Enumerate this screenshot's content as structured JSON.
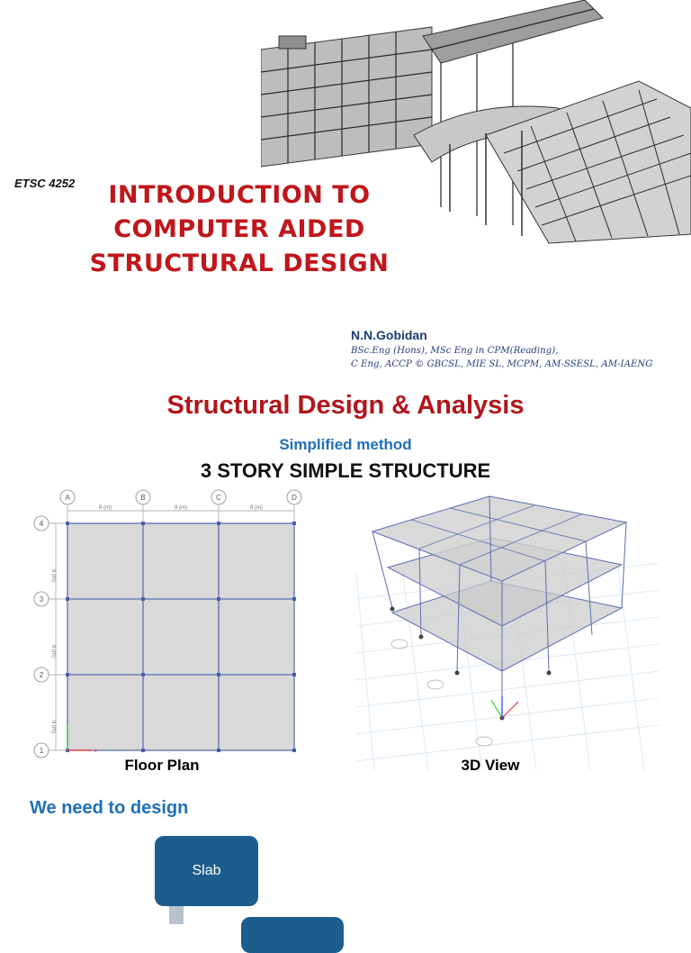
{
  "header": {
    "course_code": "ETSC 4252",
    "title_lines": [
      "INTRODUCTION TO",
      "COMPUTER AIDED",
      "STRUCTURAL DESIGN"
    ]
  },
  "author": {
    "name": "N.N.Gobidan",
    "line_1": "BSc.Eng (Hons), MSc Eng in CPM(Reading),",
    "line_2": "C Eng, ACCP © GBCSL, MIE SL, MCPM, AM-SSESL, AM-IAENG"
  },
  "section": {
    "title": "Structural Design & Analysis",
    "subtitle": "Simplified method",
    "structure_title": "3 STORY SIMPLE STRUCTURE"
  },
  "floor_plan": {
    "caption": "Floor Plan",
    "column_labels": [
      "A",
      "B",
      "C",
      "D"
    ],
    "row_labels": [
      "4",
      "3",
      "2",
      "1"
    ],
    "bay_dimension": "8 (m)"
  },
  "view_3d": {
    "caption": "3D View"
  },
  "design": {
    "heading": "We need to design",
    "items": [
      "Slab"
    ]
  },
  "colors": {
    "title_red": "#c0161b",
    "accent_blue": "#1f6fb8",
    "box_blue": "#1d5d8e",
    "author_navy": "#1c3d73"
  }
}
